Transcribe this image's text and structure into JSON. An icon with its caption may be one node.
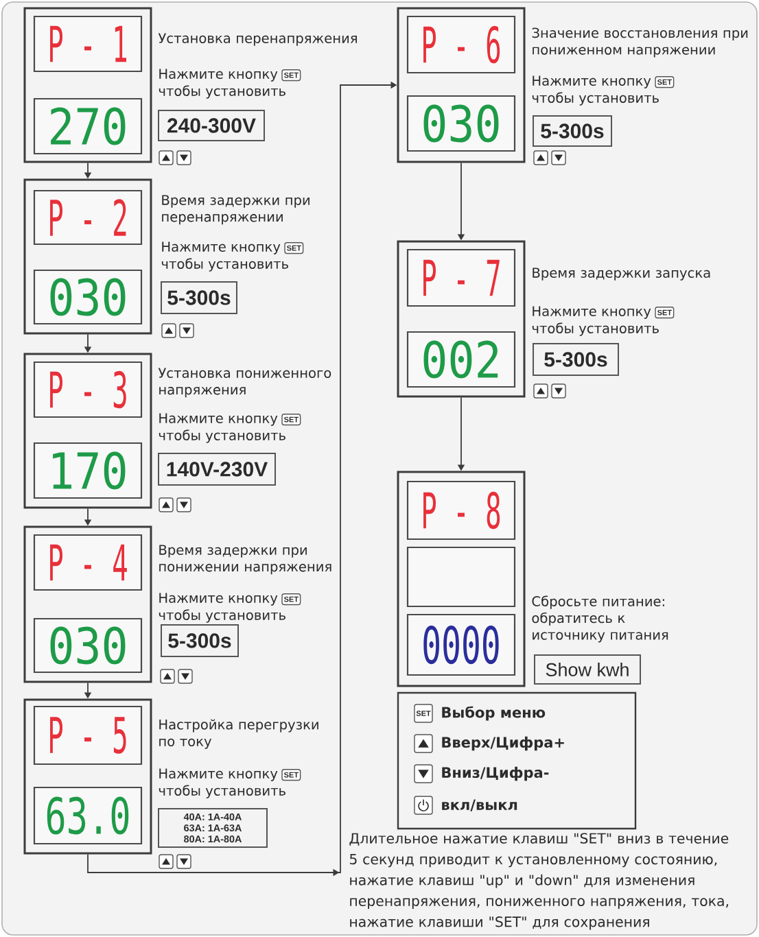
{
  "diagram": {
    "nodes": [
      {
        "text": [],
        "shape": "box",
        "beside": [
          "Установка перенапряжения",
          "Нажмите кнопку",
          "SET",
          "чтобы установить"
        ]
      },
      {
        "text": [
          "P - 1"
        ],
        "in": 0
      },
      {
        "text": [
          "270"
        ],
        "in": 0
      },
      {
        "text": [
          "240-300V"
        ]
      },
      {
        "text": [],
        "shape": "box",
        "beside": [
          "Время задержки при перенапряжении",
          "Нажмите кнопку",
          "SET",
          "чтобы установить"
        ]
      },
      {
        "text": [
          "P - 2"
        ],
        "in": 4
      },
      {
        "text": [
          "030"
        ],
        "in": 4
      },
      {
        "text": [
          "5-300s"
        ]
      },
      {
        "text": [],
        "shape": "box",
        "beside": [
          "Установка пониженного напряжения",
          "Нажмите кнопку",
          "SET",
          "чтобы установить"
        ]
      },
      {
        "text": [
          "P - 3"
        ],
        "in": 8
      },
      {
        "text": [
          "170"
        ],
        "in": 8
      },
      {
        "text": [
          "140V-230V"
        ]
      },
      {
        "text": [],
        "shape": "box",
        "beside": [
          "Время задержки при понижении напряжения",
          "Нажмите кнопку",
          "SET",
          "чтобы установить"
        ]
      },
      {
        "text": [
          "P - 4"
        ],
        "in": 12
      },
      {
        "text": [
          "030"
        ],
        "in": 12
      },
      {
        "text": [
          "5-300s"
        ]
      },
      {
        "text": [],
        "shape": "box",
        "beside": [
          "Настройка перегрузки по току",
          "Нажмите кнопку",
          "SET",
          "чтобы установить"
        ]
      },
      {
        "text": [
          "P - 5"
        ],
        "in": 16
      },
      {
        "text": [
          "63.0"
        ],
        "in": 16
      },
      {
        "text": [
          "40A: 1A-40A",
          "63A: 1A-63A",
          "80A: 1A-80A"
        ]
      },
      {
        "text": [],
        "shape": "box",
        "beside": [
          "Значение восстановления при пониженном напряжении",
          "Нажмите кнопку",
          "SET",
          "чтобы установить"
        ]
      },
      {
        "text": [
          "P - 6"
        ],
        "in": 20
      },
      {
        "text": [
          "030"
        ],
        "in": 20
      },
      {
        "text": [
          "5-300s"
        ]
      },
      {
        "text": [],
        "shape": "box",
        "beside": [
          "Время задержки запуска",
          "Нажмите кнопку",
          "SET",
          "чтобы установить"
        ]
      },
      {
        "text": [
          "P - 7"
        ],
        "in": 24
      },
      {
        "text": [
          "002"
        ],
        "in": 24
      },
      {
        "text": [
          "5-300s"
        ]
      },
      {
        "text": [],
        "shape": "box",
        "beside": [
          "Сбросьте питание: обратитесь к источнику питания"
        ]
      },
      {
        "text": [
          "P - 8"
        ],
        "in": 28
      },
      {
        "text": [],
        "shape": "box",
        "in": 28
      },
      {
        "text": [
          "0000"
        ],
        "in": 28
      },
      {
        "text": [
          "Show kwh"
        ]
      }
    ],
    "edges": [
      {
        "from": 0,
        "to": 4,
        "arrow": "to"
      },
      {
        "from": 4,
        "to": 8,
        "arrow": "to"
      },
      {
        "from": 8,
        "to": 12,
        "arrow": "to"
      },
      {
        "from": 12,
        "to": 16,
        "arrow": "to"
      },
      {
        "from": 16,
        "to": 20,
        "arrow": "to"
      },
      {
        "from": 20,
        "to": 24,
        "arrow": "to"
      },
      {
        "from": 24,
        "to": 28,
        "arrow": "to"
      }
    ],
    "labels": [
      "SET",
      "Длительное нажатие клавиш \"SET\" вниз в течение 5 секунд приводит к установленному состоянию, нажатие клавиш \"up\" и \"down\" для изменения перенапряжения, пониженного напряжения, тока, нажатие клавиши \"SET\" для сохранения"
    ],
    "legend": [
      {
        "text": "Выбор меню"
      },
      {
        "text": "Вверх/Цифра+"
      },
      {
        "text": "Вниз/Цифра-"
      },
      {
        "text": "вкл/выкл"
      }
    ]
  }
}
